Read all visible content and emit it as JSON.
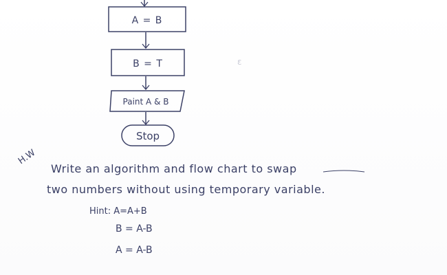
{
  "flowchart": {
    "box1": "A = B",
    "box2": "B = T",
    "output": "Paint A & B",
    "terminal": "Stop"
  },
  "homework": {
    "tag": "H.W",
    "line1": "Write an algorithm and flow chart to swap",
    "line2": "two numbers without using temporary variable.",
    "hint_line": "Hint: A=A+B",
    "step2": "B = A-B",
    "step3": "A = A-B"
  }
}
